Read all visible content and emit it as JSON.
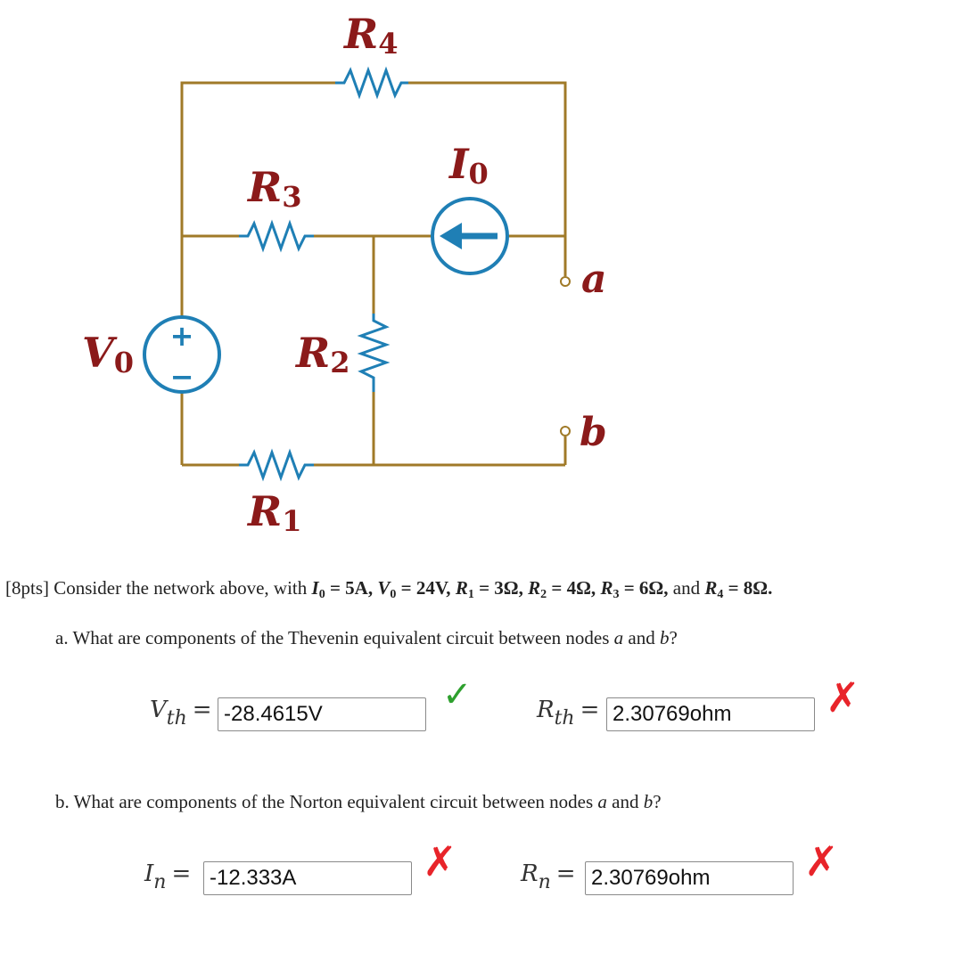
{
  "circuit": {
    "R4": {
      "letter": "R",
      "sub": "4"
    },
    "R3": {
      "letter": "R",
      "sub": "3"
    },
    "R2": {
      "letter": "R",
      "sub": "2"
    },
    "R1": {
      "letter": "R",
      "sub": "1"
    },
    "Io": {
      "letter": "I",
      "sub": "0"
    },
    "Vo": {
      "letter": "V",
      "sub": "0"
    },
    "node_a": "a",
    "node_b": "b",
    "plus": "+",
    "minus": "−",
    "colors": {
      "wire": "#a07a28",
      "component": "#1f7fb5",
      "label": "#8b1a1a"
    }
  },
  "problem": {
    "prefix": "[8pts] Consider the network above, with ",
    "Io_name": "I",
    "Io_sub": "0",
    "Io_value": " = 5A, ",
    "Vo_name": "V",
    "Vo_sub": "0",
    "Vo_value": " = 24V, ",
    "R1_name": "R",
    "R1_sub": "1",
    "R1_value": " = 3Ω, ",
    "R2_name": "R",
    "R2_sub": "2",
    "R2_value": " = 4Ω, ",
    "R3_name": "R",
    "R3_sub": "3",
    "R3_value": " = 6Ω, ",
    "and_text": "and ",
    "R4_name": "R",
    "R4_sub": "4",
    "R4_value": " = 8Ω."
  },
  "part_a": {
    "question_prefix": "a. What are components of the Thevenin equivalent circuit between nodes ",
    "node_a": "a",
    "and_text": " and ",
    "node_b": "b",
    "question_suffix": "?",
    "vth": {
      "var": "V",
      "sub": "th",
      "equals": "=",
      "value": "-28.4615V",
      "mark": "✓"
    },
    "rth": {
      "var": "R",
      "sub": "th",
      "equals": "=",
      "value": "2.30769ohm",
      "mark": "✗"
    }
  },
  "part_b": {
    "question_prefix": "b. What are components of the Norton equivalent circuit between nodes ",
    "node_a": "a",
    "and_text": " and ",
    "node_b": "b",
    "question_suffix": "?",
    "in": {
      "var": "I",
      "sub": "n",
      "equals": "=",
      "value": "-12.333A",
      "mark": "✗"
    },
    "rn": {
      "var": "R",
      "sub": "n",
      "equals": "=",
      "value": "2.30769ohm",
      "mark": "✗"
    }
  }
}
